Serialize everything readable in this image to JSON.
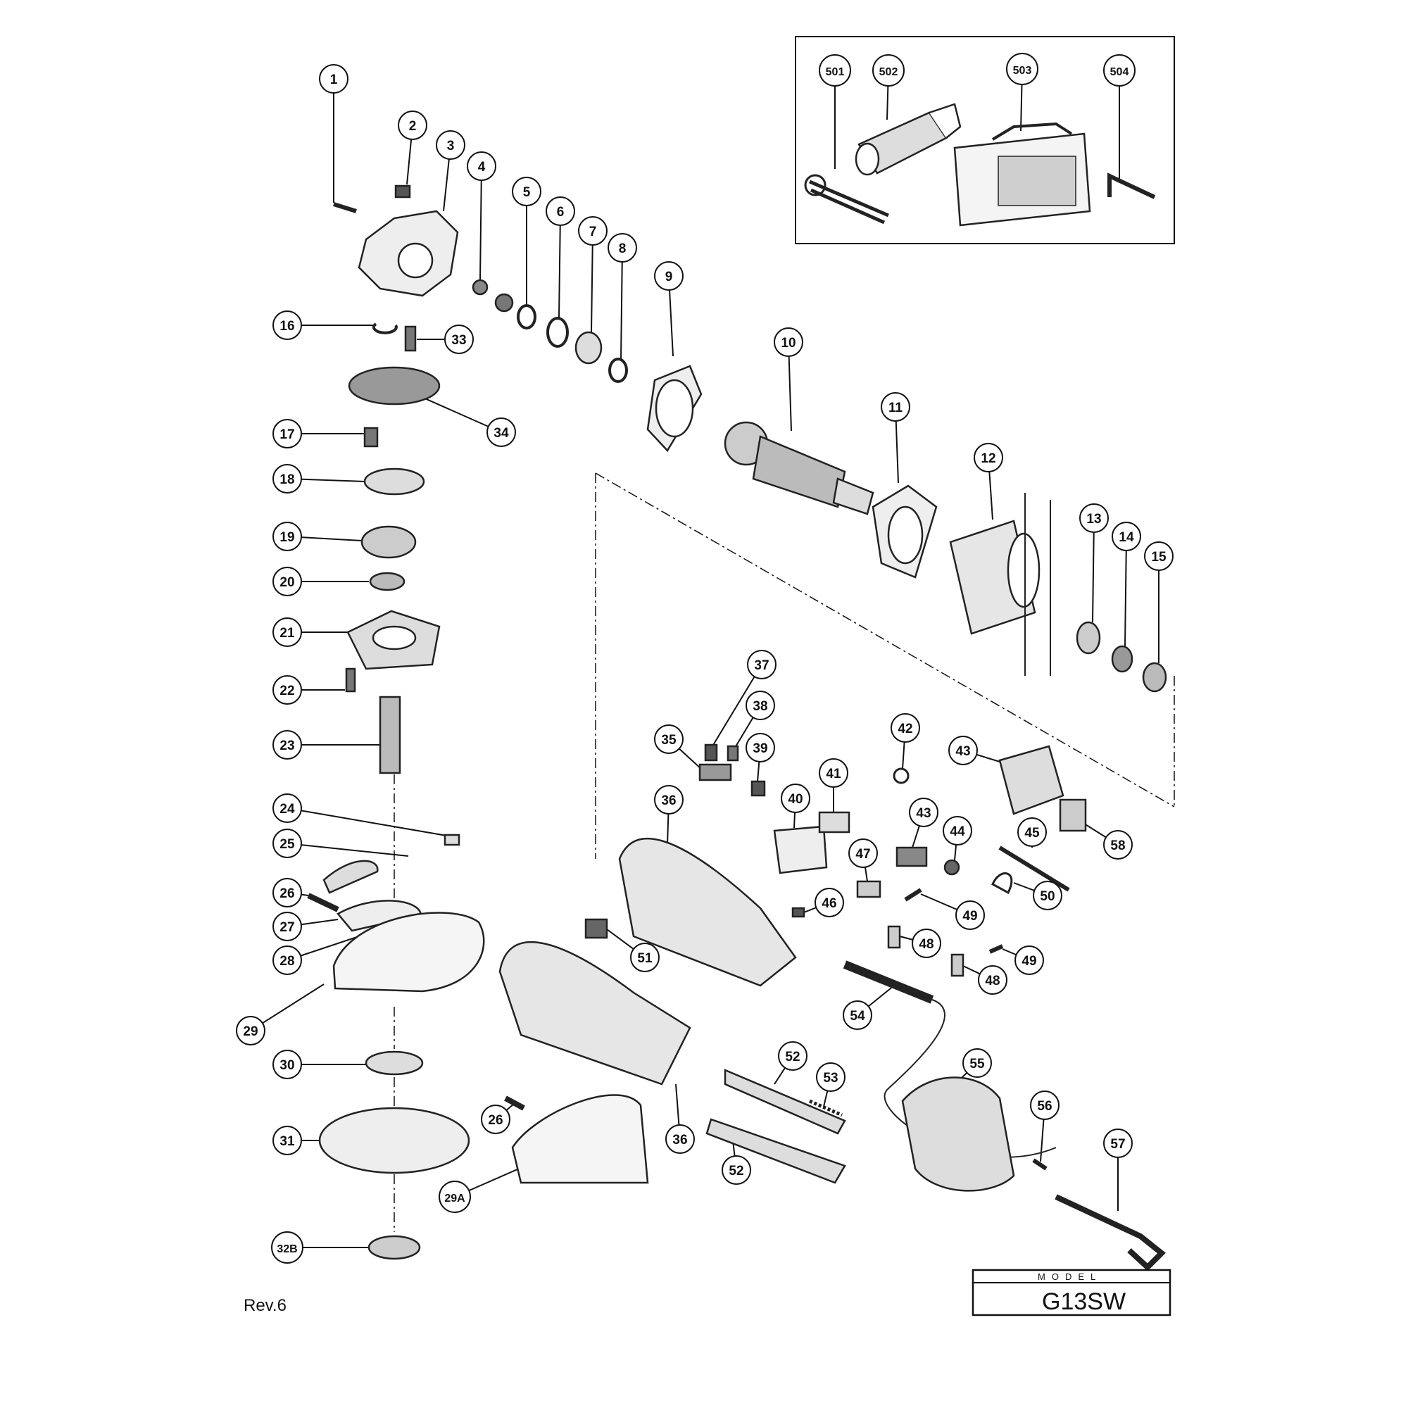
{
  "revision": "Rev.6",
  "model": {
    "caption": "MODEL",
    "value": "G13SW"
  },
  "accessory_callouts": [
    "501",
    "502",
    "503",
    "504"
  ],
  "callouts": [
    {
      "id": "c1",
      "label": "1"
    },
    {
      "id": "c2",
      "label": "2"
    },
    {
      "id": "c3",
      "label": "3"
    },
    {
      "id": "c4",
      "label": "4"
    },
    {
      "id": "c5",
      "label": "5"
    },
    {
      "id": "c6",
      "label": "6"
    },
    {
      "id": "c7",
      "label": "7"
    },
    {
      "id": "c8",
      "label": "8"
    },
    {
      "id": "c9",
      "label": "9"
    },
    {
      "id": "c10",
      "label": "10"
    },
    {
      "id": "c11",
      "label": "11"
    },
    {
      "id": "c12",
      "label": "12"
    },
    {
      "id": "c13",
      "label": "13"
    },
    {
      "id": "c14",
      "label": "14"
    },
    {
      "id": "c15",
      "label": "15"
    },
    {
      "id": "c16",
      "label": "16"
    },
    {
      "id": "c33",
      "label": "33"
    },
    {
      "id": "c34",
      "label": "34"
    },
    {
      "id": "c17",
      "label": "17"
    },
    {
      "id": "c18",
      "label": "18"
    },
    {
      "id": "c19",
      "label": "19"
    },
    {
      "id": "c20",
      "label": "20"
    },
    {
      "id": "c21",
      "label": "21"
    },
    {
      "id": "c22",
      "label": "22"
    },
    {
      "id": "c23",
      "label": "23"
    },
    {
      "id": "c24",
      "label": "24"
    },
    {
      "id": "c25",
      "label": "25"
    },
    {
      "id": "c26",
      "label": "26"
    },
    {
      "id": "c27",
      "label": "27"
    },
    {
      "id": "c28",
      "label": "28"
    },
    {
      "id": "c29",
      "label": "29"
    },
    {
      "id": "c30",
      "label": "30"
    },
    {
      "id": "c31",
      "label": "31"
    },
    {
      "id": "c32B",
      "label": "32B"
    },
    {
      "id": "c26b",
      "label": "26"
    },
    {
      "id": "c29A",
      "label": "29A"
    },
    {
      "id": "c36a",
      "label": "36"
    },
    {
      "id": "c36b",
      "label": "36"
    },
    {
      "id": "c35",
      "label": "35"
    },
    {
      "id": "c37",
      "label": "37"
    },
    {
      "id": "c38",
      "label": "38"
    },
    {
      "id": "c39",
      "label": "39"
    },
    {
      "id": "c40",
      "label": "40"
    },
    {
      "id": "c41",
      "label": "41"
    },
    {
      "id": "c42",
      "label": "42"
    },
    {
      "id": "c43a",
      "label": "43"
    },
    {
      "id": "c43b",
      "label": "43"
    },
    {
      "id": "c44",
      "label": "44"
    },
    {
      "id": "c45",
      "label": "45"
    },
    {
      "id": "c46",
      "label": "46"
    },
    {
      "id": "c47",
      "label": "47"
    },
    {
      "id": "c48a",
      "label": "48"
    },
    {
      "id": "c48b",
      "label": "48"
    },
    {
      "id": "c49a",
      "label": "49"
    },
    {
      "id": "c49b",
      "label": "49"
    },
    {
      "id": "c50",
      "label": "50"
    },
    {
      "id": "c51",
      "label": "51"
    },
    {
      "id": "c52a",
      "label": "52"
    },
    {
      "id": "c52b",
      "label": "52"
    },
    {
      "id": "c53",
      "label": "53"
    },
    {
      "id": "c54",
      "label": "54"
    },
    {
      "id": "c55",
      "label": "55"
    },
    {
      "id": "c56",
      "label": "56"
    },
    {
      "id": "c57",
      "label": "57"
    },
    {
      "id": "c58",
      "label": "58"
    }
  ]
}
